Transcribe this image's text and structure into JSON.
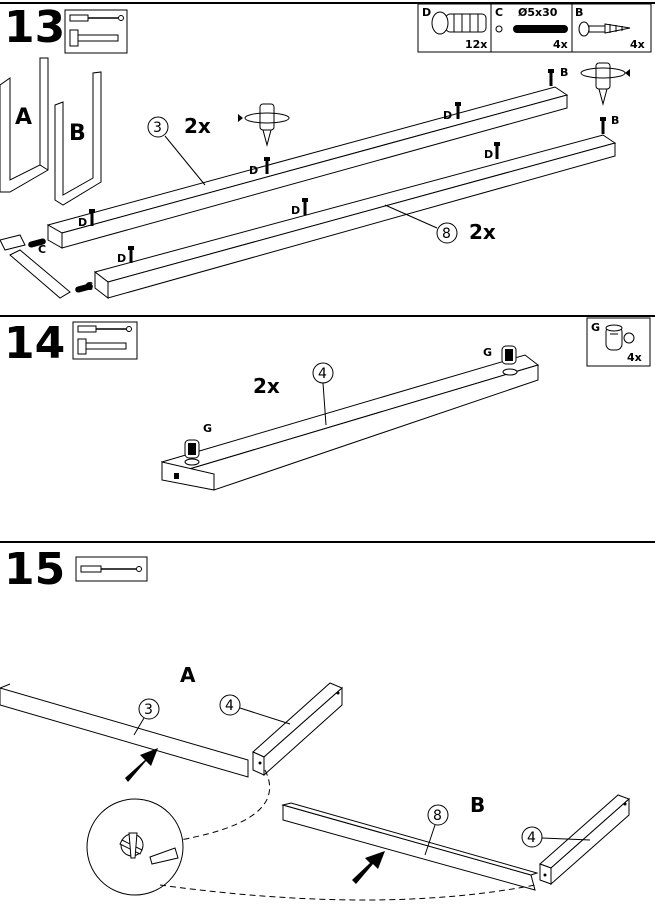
{
  "steps": [
    {
      "number": "13",
      "parts": [
        {
          "letter": "D",
          "count": "12x"
        },
        {
          "letter": "C",
          "spec": "Ø5x30",
          "count": "4x"
        },
        {
          "letter": "B",
          "count": "4x"
        }
      ],
      "labels": {
        "frame_a": "A",
        "frame_b": "B",
        "rail_top": "3",
        "rail_bottom": "8",
        "mult_top": "2x",
        "mult_bottom": "2x",
        "d": "D",
        "c": "C",
        "b": "B"
      }
    },
    {
      "number": "14",
      "parts": [
        {
          "letter": "G",
          "count": "4x"
        }
      ],
      "labels": {
        "rail": "4",
        "mult": "2x",
        "g": "G"
      }
    },
    {
      "number": "15",
      "labels": {
        "assembly_a": "A",
        "assembly_b": "B",
        "rail_a": "3",
        "end_a": "4",
        "rail_b": "8",
        "end_b": "4"
      }
    }
  ]
}
